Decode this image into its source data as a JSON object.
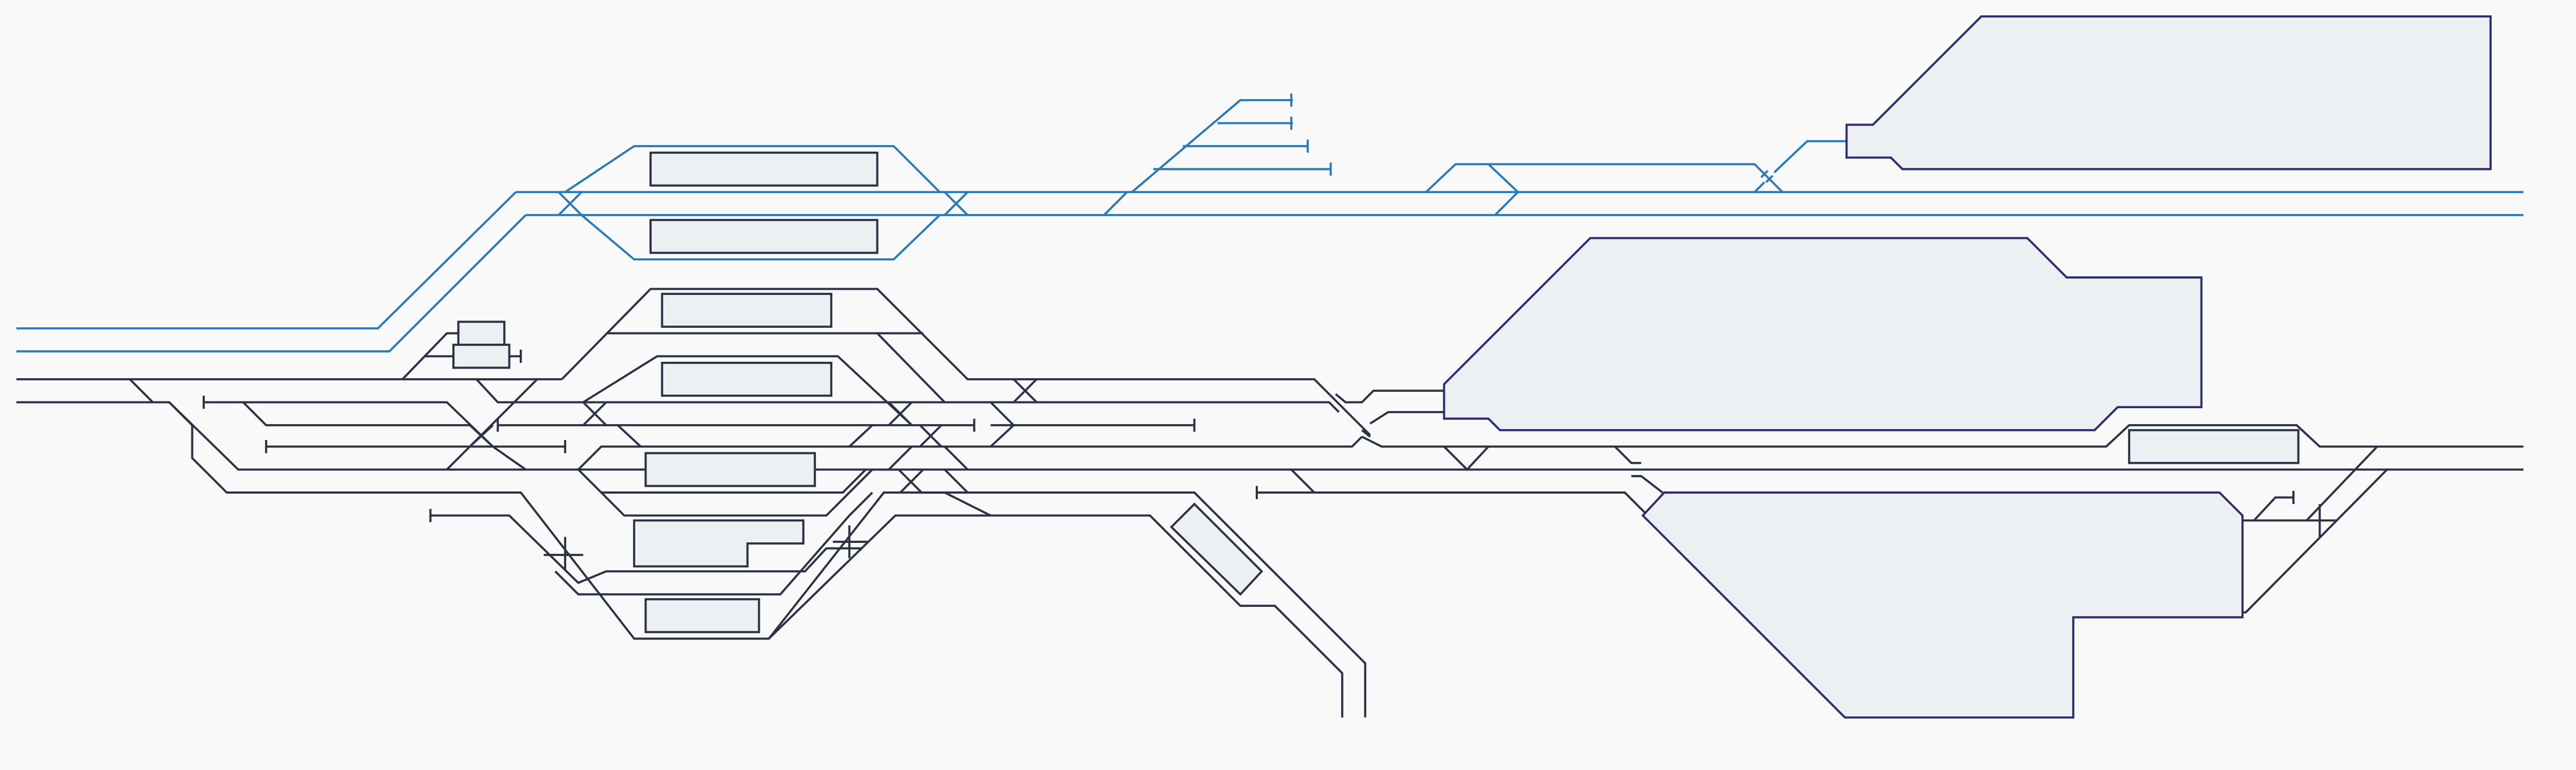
{
  "diagram": {
    "kind": "railway-track-layout",
    "colors": {
      "background": "#f9f9f9",
      "track_dark": "#2b3245",
      "track_blue": "#2a7ab5",
      "building_stroke": "#2f2c6e",
      "platform_fill": "#edf0f2"
    },
    "elements": [
      "blue-main-line-upper",
      "blue-main-line-lower",
      "blue-branch-upper",
      "blue-branch-lower",
      "blue-sidings",
      "blue-platform-1",
      "blue-platform-2",
      "building-top-right",
      "dark-running-lines",
      "dark-yard-tracks",
      "dark-platforms",
      "building-center-right",
      "building-bottom-right",
      "dark-branch-south",
      "platform-east"
    ]
  }
}
